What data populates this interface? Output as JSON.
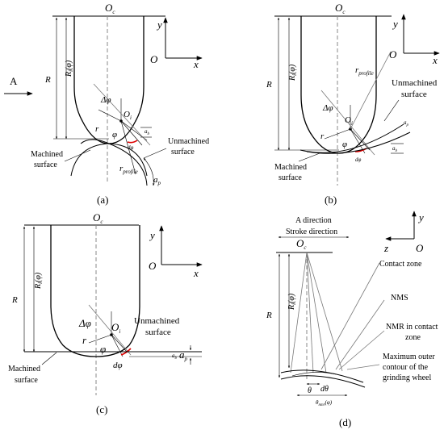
{
  "panels": {
    "a": {
      "caption": "(a)",
      "oc": "O",
      "oc_sub": "c",
      "axis_y": "y",
      "axis_x": "x",
      "origin": "O",
      "arrow_A": "A",
      "R": "R",
      "Rphi": "R",
      "Rphi_sub": "i",
      "Rphi_tail": "(φ)",
      "dphi_big": "Δφ",
      "oi": "O",
      "oi_sub": "i",
      "r": "r",
      "phi": "φ",
      "dphi": "dφ",
      "ab": "a",
      "ab_sub": "b",
      "rprofile": "r",
      "rprofile_sub": "profile",
      "ap": "a",
      "ap_sub": "p",
      "machined": [
        "Machined",
        "surface"
      ],
      "unmachined": [
        "Unmachined",
        "surface"
      ]
    },
    "b": {
      "caption": "(b)",
      "oc": "O",
      "oc_sub": "c",
      "axis_y": "y",
      "axis_x": "x",
      "origin": "O",
      "R": "R",
      "Rphi": "R",
      "Rphi_sub": "i",
      "Rphi_tail": "(φ)",
      "dphi_big": "Δφ",
      "oi": "O",
      "oi_sub": "i",
      "r": "r",
      "phi": "φ",
      "dphi": "dφ",
      "ab": "a",
      "ab_sub": "b",
      "ap": "a",
      "ap_sub": "p",
      "rprofile": "r",
      "rprofile_sub": "profile",
      "machined": [
        "Machined",
        "surface"
      ],
      "unmachined": [
        "Unmachined",
        "surface"
      ]
    },
    "c": {
      "caption": "(c)",
      "oc": "O",
      "oc_sub": "c",
      "axis_y": "y",
      "axis_x": "x",
      "origin": "O",
      "R": "R",
      "Rphi": "R",
      "Rphi_sub": "i",
      "Rphi_tail": "(φ)",
      "dphi_big": "Δφ",
      "oi": "O",
      "oi_sub": "i",
      "r": "r",
      "phi": "φ",
      "dphi": "dφ",
      "ab": "a",
      "ab_sub": "b",
      "ap": "a",
      "ap_sub": "p",
      "machined": [
        "Machined",
        "surface"
      ],
      "unmachined": [
        "Unmachined",
        "surface"
      ]
    },
    "d": {
      "caption": "(d)",
      "a_direction": "A direction",
      "stroke_direction": "Stroke direction",
      "oc": "O",
      "oc_sub": "c",
      "axis_y": "y",
      "axis_z": "z",
      "origin": "O",
      "R": "R",
      "Rphi": "R",
      "Rphi_sub": "i",
      "Rphi_tail": "(φ)",
      "theta": "θ",
      "dtheta": "dθ",
      "theta_nmr": "θ",
      "theta_nmr_sub": "nmr",
      "theta_nmr_tail": "(φ)",
      "contact_zone": "Contact zone",
      "nms": "NMS",
      "nmr": [
        "NMR in contact",
        "zone"
      ],
      "max_outer": [
        "Maximum outer",
        "contour of the",
        "grinding wheel"
      ]
    }
  },
  "colors": {
    "accent": "#dd0000",
    "dashed": "#888888"
  }
}
